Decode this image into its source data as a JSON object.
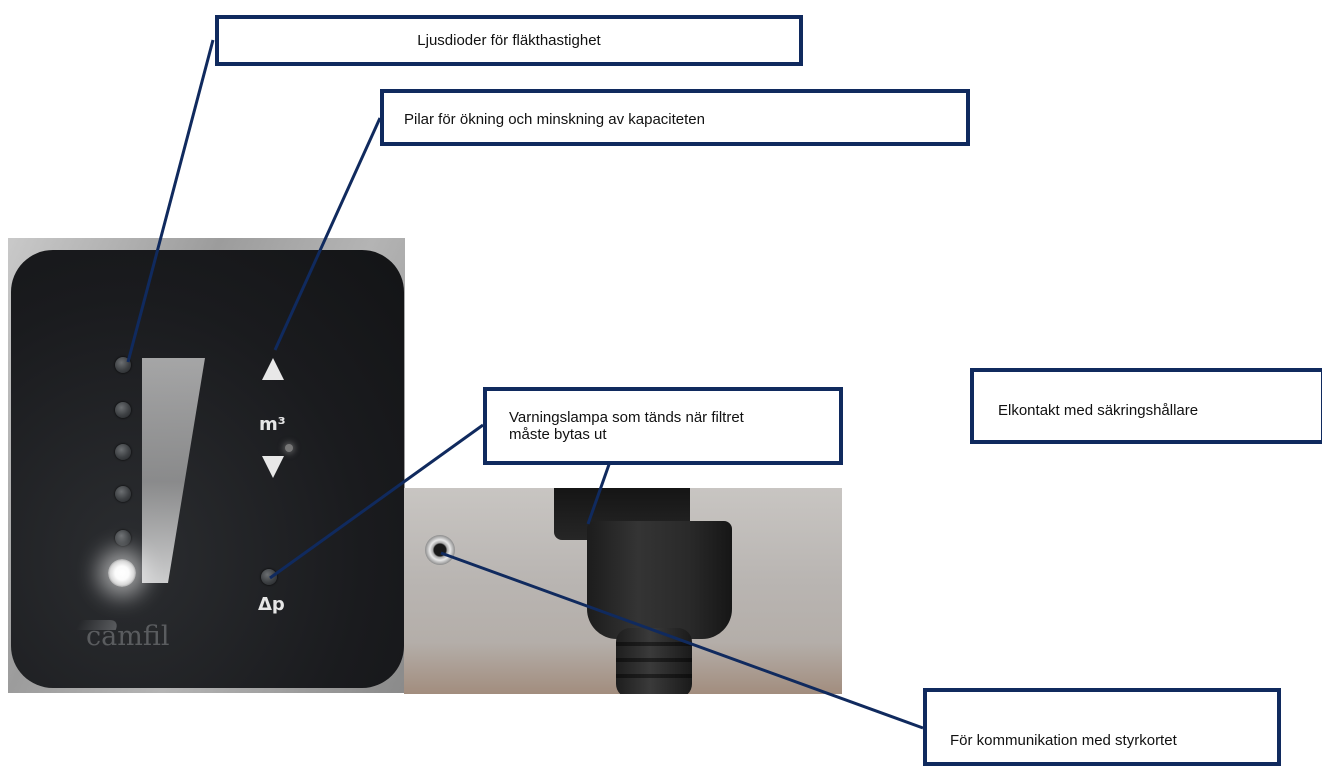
{
  "callouts": {
    "fan_speed_leds": "Ljusdioder för fläkthastighet",
    "capacity_arrows": "Pilar för ökning och minskning av kapaciteten",
    "filter_warning_lamp": "Varningslampa som tänds när filtret\nmåste bytas ut",
    "power_socket": "Elkontakt med säkringshållare",
    "communication_port": "För kommunikation med styrkortet"
  },
  "panel": {
    "flow_label": "m³",
    "pressure_label": "Δp",
    "brand_logo": "camfil"
  },
  "colors": {
    "callout_border": "#102a5e",
    "leader_line": "#102a5e",
    "panel_face": "#1a1b1e"
  }
}
